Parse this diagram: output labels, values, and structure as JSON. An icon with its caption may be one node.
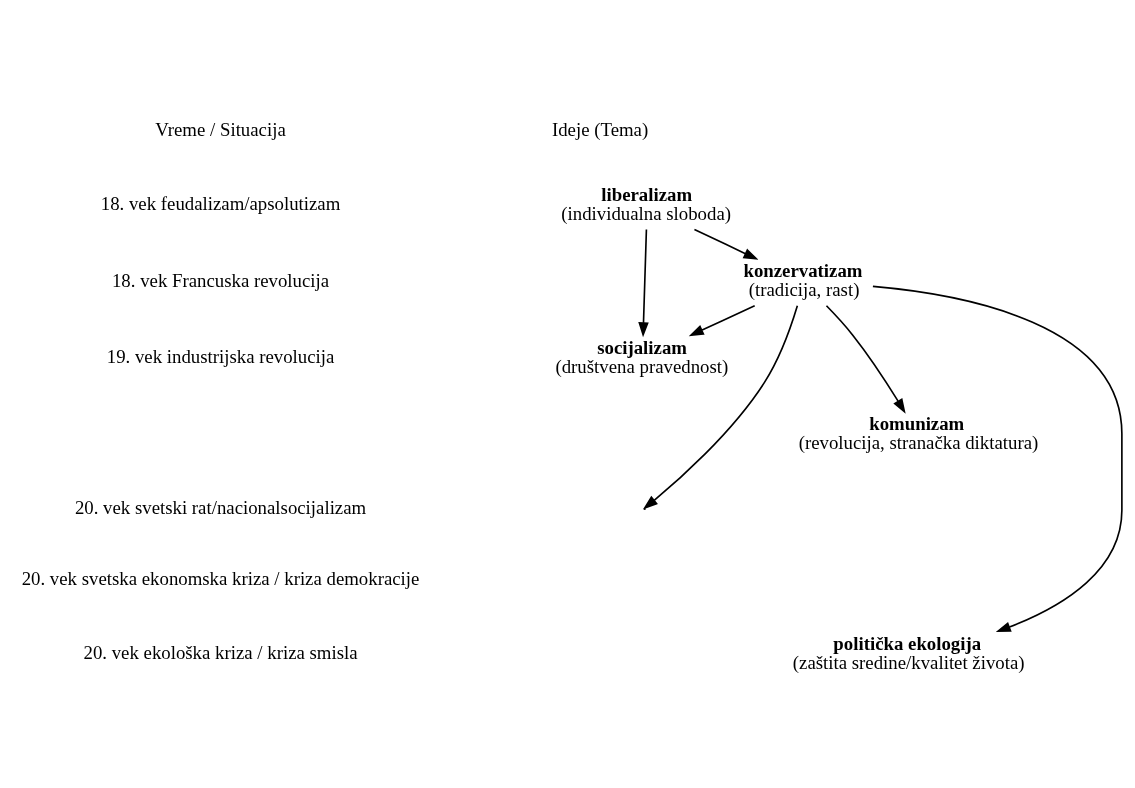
{
  "diagram": {
    "nodes": [
      {
        "text": [
          "liberalizam",
          "(individualna sloboda)"
        ]
      },
      {
        "text": [
          "konzervatizam",
          "(tradicija, rast)"
        ]
      },
      {
        "text": [
          "socijalizam",
          "(društvena pravednost)"
        ]
      },
      {
        "text": [
          "komunizam",
          "(revolucija, stranačka diktatura)"
        ]
      },
      {
        "text": [
          "politička ekologija",
          "(zaštita sredine/kvalitet života)"
        ]
      }
    ],
    "edges": [
      {
        "from": 0,
        "to": 1,
        "arrow": "to"
      },
      {
        "from": 0,
        "to": 2,
        "arrow": "to"
      },
      {
        "from": 1,
        "to": 2,
        "arrow": "to"
      },
      {
        "from": 1,
        "to": 3,
        "arrow": "to"
      },
      {
        "from": 1,
        "to": null,
        "arrow": "to"
      },
      {
        "from": 1,
        "to": 4,
        "arrow": "to"
      }
    ],
    "labels": [
      "Vreme / Situacija",
      "Ideje (Tema)",
      "18. vek feudalizam/apsolutizam",
      "18. vek Francuska revolucija",
      "19. vek industrijska revolucija",
      "20. vek svetski rat/nacionalsocijalizam",
      "20. vek svetska ekonomska kriza / kriza demokracije",
      "20. vek ekološka kriza / kriza smisla"
    ]
  }
}
